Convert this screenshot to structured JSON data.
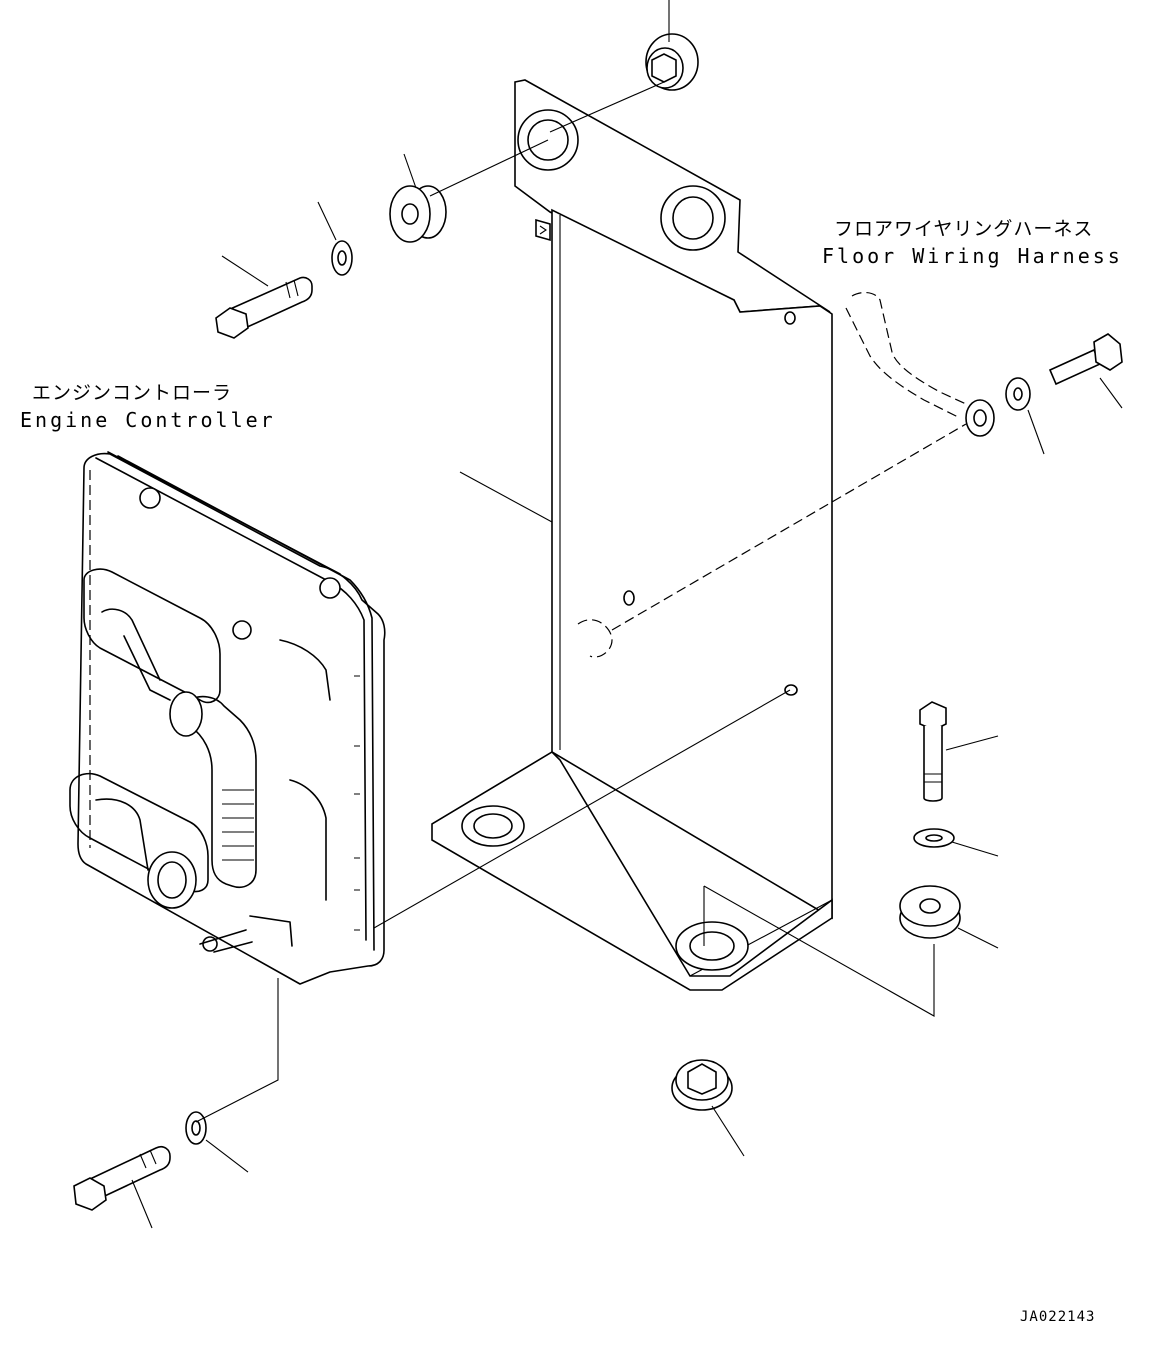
{
  "labels": {
    "engine_controller_jp": "エンジンコントローラ",
    "engine_controller_en": "Engine Controller",
    "floor_harness_jp": "フロアワイヤリングハーネス",
    "floor_harness_en": "Floor Wiring Harness",
    "drawing_code": "JA022143"
  }
}
